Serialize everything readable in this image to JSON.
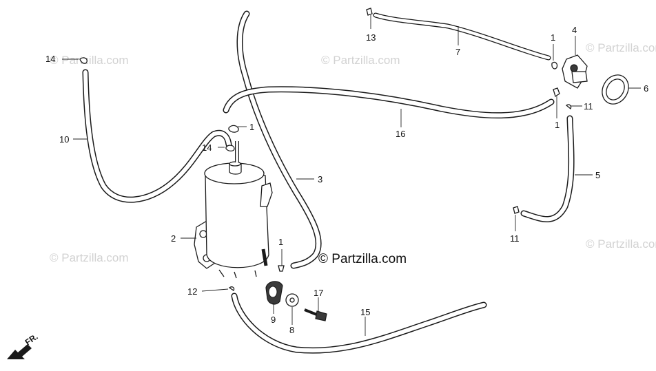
{
  "watermark": "© Partzilla.com",
  "brand": "© Partzilla.com",
  "front_indicator": "FR.",
  "callouts": {
    "p1a": "1",
    "p1b": "1",
    "p1c": "1",
    "p1d": "1",
    "p2": "2",
    "p3": "3",
    "p4": "4",
    "p5": "5",
    "p6": "6",
    "p7": "7",
    "p8": "8",
    "p9": "9",
    "p10": "10",
    "p11a": "11",
    "p11b": "11",
    "p12": "12",
    "p13": "13",
    "p14a": "14",
    "p14b": "14",
    "p15": "15",
    "p16": "16",
    "p17": "17"
  }
}
